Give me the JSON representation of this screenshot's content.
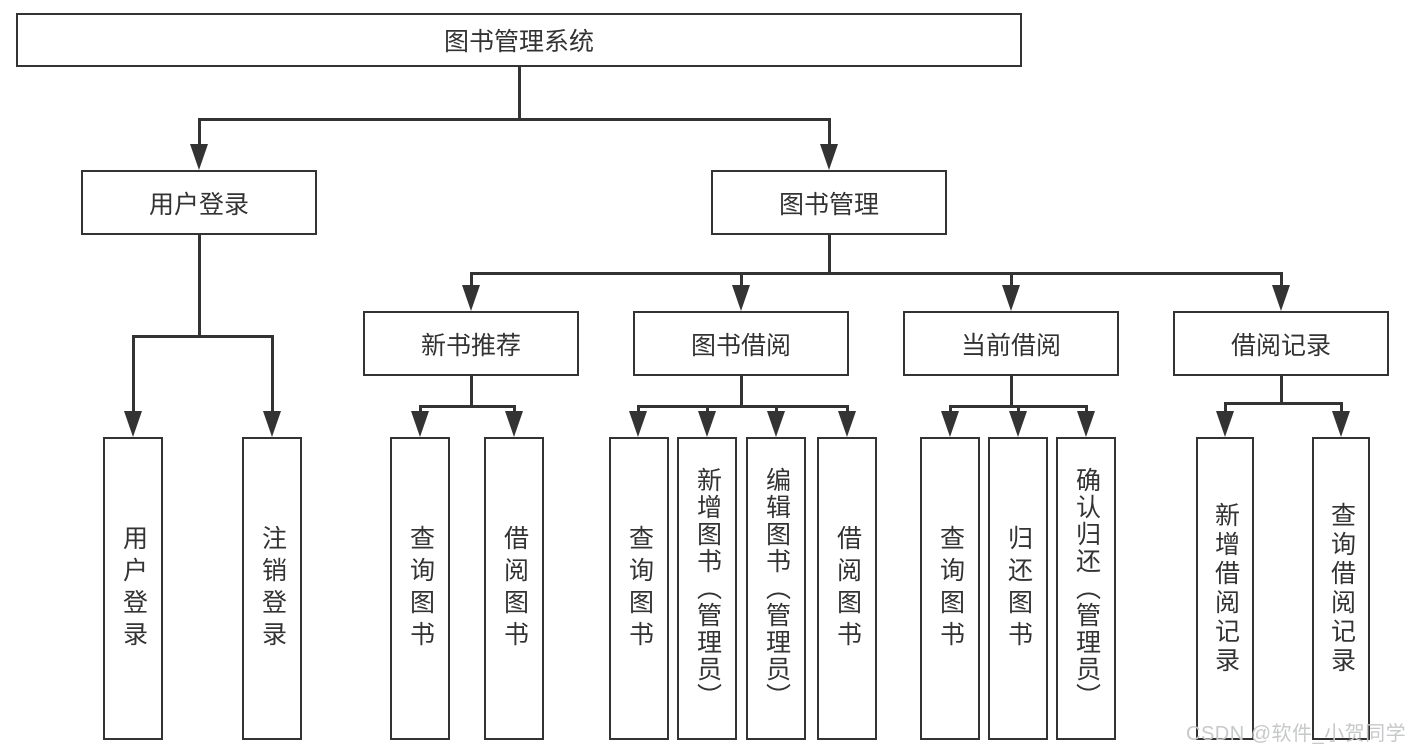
{
  "tree": {
    "root": "图书管理系统",
    "login": {
      "label": "用户登录",
      "children": [
        "用户登录",
        "注销登录"
      ]
    },
    "management": {
      "label": "图书管理",
      "groups": [
        {
          "label": "新书推荐",
          "children": [
            "查询图书",
            "借阅图书"
          ]
        },
        {
          "label": "图书借阅",
          "children": [
            "查询图书",
            "新增图书（管理员）",
            "编辑图书（管理员）",
            "借阅图书"
          ]
        },
        {
          "label": "当前借阅",
          "children": [
            "查询图书",
            "归还图书",
            "确认归还（管理员）"
          ]
        },
        {
          "label": "借阅记录",
          "children": [
            "新增借阅记录",
            "查询借阅记录"
          ]
        }
      ]
    }
  },
  "watermark": "CSDN @软件_小贺同学",
  "colors": {
    "line": "#333333",
    "text": "#333333",
    "background": "#ffffff",
    "watermark": "#c6c8ca"
  }
}
